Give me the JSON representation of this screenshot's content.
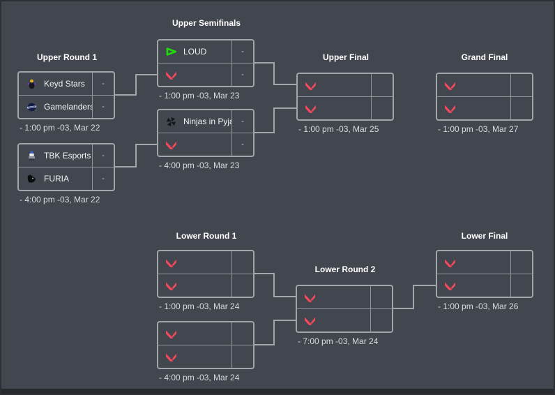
{
  "page": {
    "background_color": "#42464e",
    "box_border_color": "#a2a6ab",
    "valorant_red": "#f2495c",
    "loud_green": "#1fdb0b"
  },
  "rounds": {
    "upper_round_1": "Upper Round 1",
    "upper_semifinals": "Upper Semifinals",
    "upper_final": "Upper Final",
    "grand_final": "Grand Final",
    "lower_round_1": "Lower Round 1",
    "lower_round_2": "Lower Round 2",
    "lower_final": "Lower Final"
  },
  "matches": {
    "ur1m1": {
      "team1": {
        "name": "Keyd Stars",
        "icon": "keyd-stars-logo",
        "score": "-"
      },
      "team2": {
        "name": "Gamelanders…",
        "icon": "gamelanders-logo",
        "score": "-"
      },
      "schedule": "- 1:00 pm -03, Mar 22"
    },
    "ur1m2": {
      "team1": {
        "name": "TBK Esports",
        "icon": "tbk-esports-logo",
        "score": "-"
      },
      "team2": {
        "name": "FURIA",
        "icon": "furia-logo",
        "score": "-"
      },
      "schedule": "- 4:00 pm -03, Mar 22"
    },
    "usfm1": {
      "team1": {
        "name": "LOUD",
        "icon": "loud-logo",
        "score": "-"
      },
      "team2": {
        "name": "",
        "icon": "valorant-placeholder",
        "score": "-"
      },
      "schedule": "- 1:00 pm -03, Mar 23"
    },
    "usfm2": {
      "team1": {
        "name": "Ninjas in Pyja…",
        "icon": "ninjas-in-pyjamas-logo",
        "score": "-"
      },
      "team2": {
        "name": "",
        "icon": "valorant-placeholder",
        "score": "-"
      },
      "schedule": "- 4:00 pm -03, Mar 23"
    },
    "uf": {
      "team1": {
        "name": "",
        "icon": "valorant-placeholder",
        "score": ""
      },
      "team2": {
        "name": "",
        "icon": "valorant-placeholder",
        "score": ""
      },
      "schedule": "- 1:00 pm -03, Mar 25"
    },
    "gf": {
      "team1": {
        "name": "",
        "icon": "valorant-placeholder",
        "score": ""
      },
      "team2": {
        "name": "",
        "icon": "valorant-placeholder",
        "score": ""
      },
      "schedule": "- 1:00 pm -03, Mar 27"
    },
    "lr1m1": {
      "team1": {
        "name": "",
        "icon": "valorant-placeholder",
        "score": ""
      },
      "team2": {
        "name": "",
        "icon": "valorant-placeholder",
        "score": ""
      },
      "schedule": "- 1:00 pm -03, Mar 24"
    },
    "lr1m2": {
      "team1": {
        "name": "",
        "icon": "valorant-placeholder",
        "score": ""
      },
      "team2": {
        "name": "",
        "icon": "valorant-placeholder",
        "score": ""
      },
      "schedule": "- 4:00 pm -03, Mar 24"
    },
    "lr2": {
      "team1": {
        "name": "",
        "icon": "valorant-placeholder",
        "score": ""
      },
      "team2": {
        "name": "",
        "icon": "valorant-placeholder",
        "score": ""
      },
      "schedule": "- 7:00 pm -03, Mar 24"
    },
    "lf": {
      "team1": {
        "name": "",
        "icon": "valorant-placeholder",
        "score": ""
      },
      "team2": {
        "name": "",
        "icon": "valorant-placeholder",
        "score": ""
      },
      "schedule": "- 1:00 pm -03, Mar 26"
    }
  }
}
